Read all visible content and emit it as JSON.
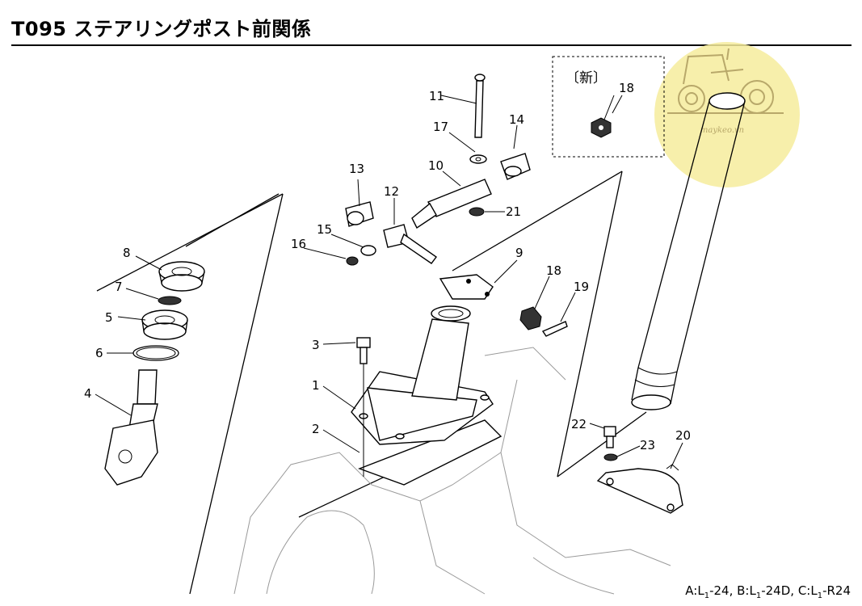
{
  "title": "T095 ステアリングポスト前関係",
  "model_note": {
    "a_prefix": "A:L",
    "a_sub": "1",
    "a_rest": "-24, ",
    "b_prefix": "B:L",
    "b_sub": "1",
    "b_rest": "-24D, ",
    "c_prefix": "C:L",
    "c_sub": "1",
    "c_rest": "-R24"
  },
  "inset_label": "〔新〕",
  "watermark_text": "maykeo.vn",
  "colors": {
    "watermark": "#f6ec9c",
    "line": "#000000"
  },
  "callouts": {
    "p1": "1",
    "p2": "2",
    "p3": "3",
    "p4": "4",
    "p5": "5",
    "p6": "6",
    "p7": "7",
    "p8": "8",
    "p9": "9",
    "p10": "10",
    "p11": "11",
    "p12": "12",
    "p13": "13",
    "p14": "14",
    "p15": "15",
    "p16": "16",
    "p17": "17",
    "p18_inset": "18",
    "p18": "18",
    "p19": "19",
    "p20": "20",
    "p21": "21",
    "p22": "22",
    "p23": "23"
  }
}
